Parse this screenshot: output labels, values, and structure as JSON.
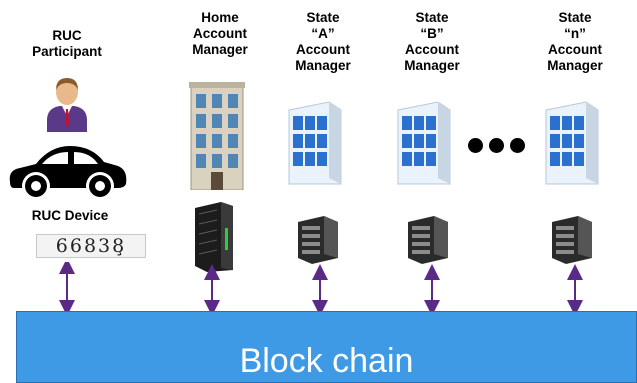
{
  "columns": {
    "participant": {
      "label_lines": [
        "RUC",
        "Participant"
      ]
    },
    "device": {
      "label": "RUC Device",
      "reading": "66838̧"
    },
    "home": {
      "label_lines": [
        "Home",
        "Account",
        "Manager"
      ]
    },
    "state_a": {
      "label_lines": [
        "State",
        "“A”",
        "Account",
        "Manager"
      ]
    },
    "state_b": {
      "label_lines": [
        "State",
        "“B”",
        "Account",
        "Manager"
      ]
    },
    "state_n": {
      "label_lines": [
        "State",
        "“n”",
        "Account",
        "Manager"
      ]
    }
  },
  "blockchain": {
    "label": "Block chain"
  },
  "colors": {
    "blockchain": "#3f9ae6",
    "arrow": "#5b2a86"
  }
}
